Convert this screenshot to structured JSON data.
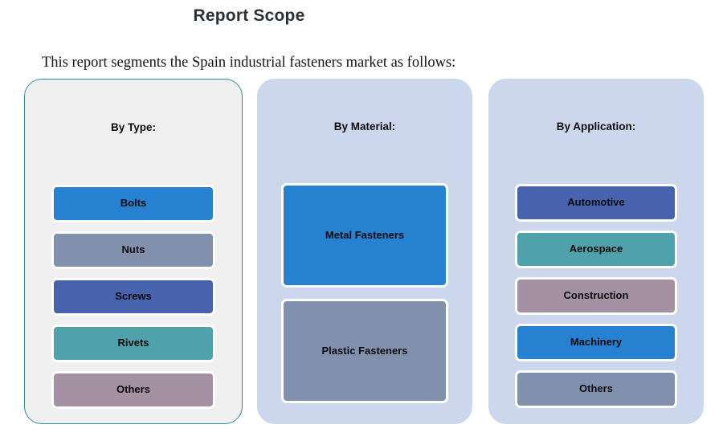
{
  "page": {
    "title": "Report Scope",
    "subtitle": "This report segments the Spain industrial fasteners market as follows:",
    "background_color": "#ffffff",
    "title_color": "#2b3036"
  },
  "palette": {
    "blue": "#2681d0",
    "slate_gray": "#8190ad",
    "indigo": "#4763ae",
    "teal": "#4fa2ab",
    "mauve": "#a491a3",
    "column1_bg": "#f0f0f0",
    "column1_border": "#2f8f92",
    "column_lavender_bg": "#ccd6ec",
    "chip_border": "#ffffff"
  },
  "columns": [
    {
      "id": "by-type",
      "title": "By Type:",
      "bg": "#f0f0f0",
      "border": "#2f8f92",
      "items": [
        {
          "label": "Bolts",
          "color": "#2681d0"
        },
        {
          "label": "Nuts",
          "color": "#8190ad"
        },
        {
          "label": "Screws",
          "color": "#4763ae"
        },
        {
          "label": "Rivets",
          "color": "#4fa2ab"
        },
        {
          "label": "Others",
          "color": "#a491a3"
        }
      ]
    },
    {
      "id": "by-material",
      "title": "By Material:",
      "bg": "#ccd6ec",
      "border": "",
      "items": [
        {
          "label": "Metal Fasteners",
          "color": "#2681d0"
        },
        {
          "label": "Plastic Fasteners",
          "color": "#8190ad"
        }
      ]
    },
    {
      "id": "by-application",
      "title": "By Application:",
      "bg": "#ccd6ec",
      "border": "",
      "items": [
        {
          "label": "Automotive",
          "color": "#4763ae"
        },
        {
          "label": "Aerospace",
          "color": "#4fa2ab"
        },
        {
          "label": "Construction",
          "color": "#a491a3"
        },
        {
          "label": "Machinery",
          "color": "#2681d0"
        },
        {
          "label": "Others",
          "color": "#8190ad"
        }
      ]
    }
  ]
}
